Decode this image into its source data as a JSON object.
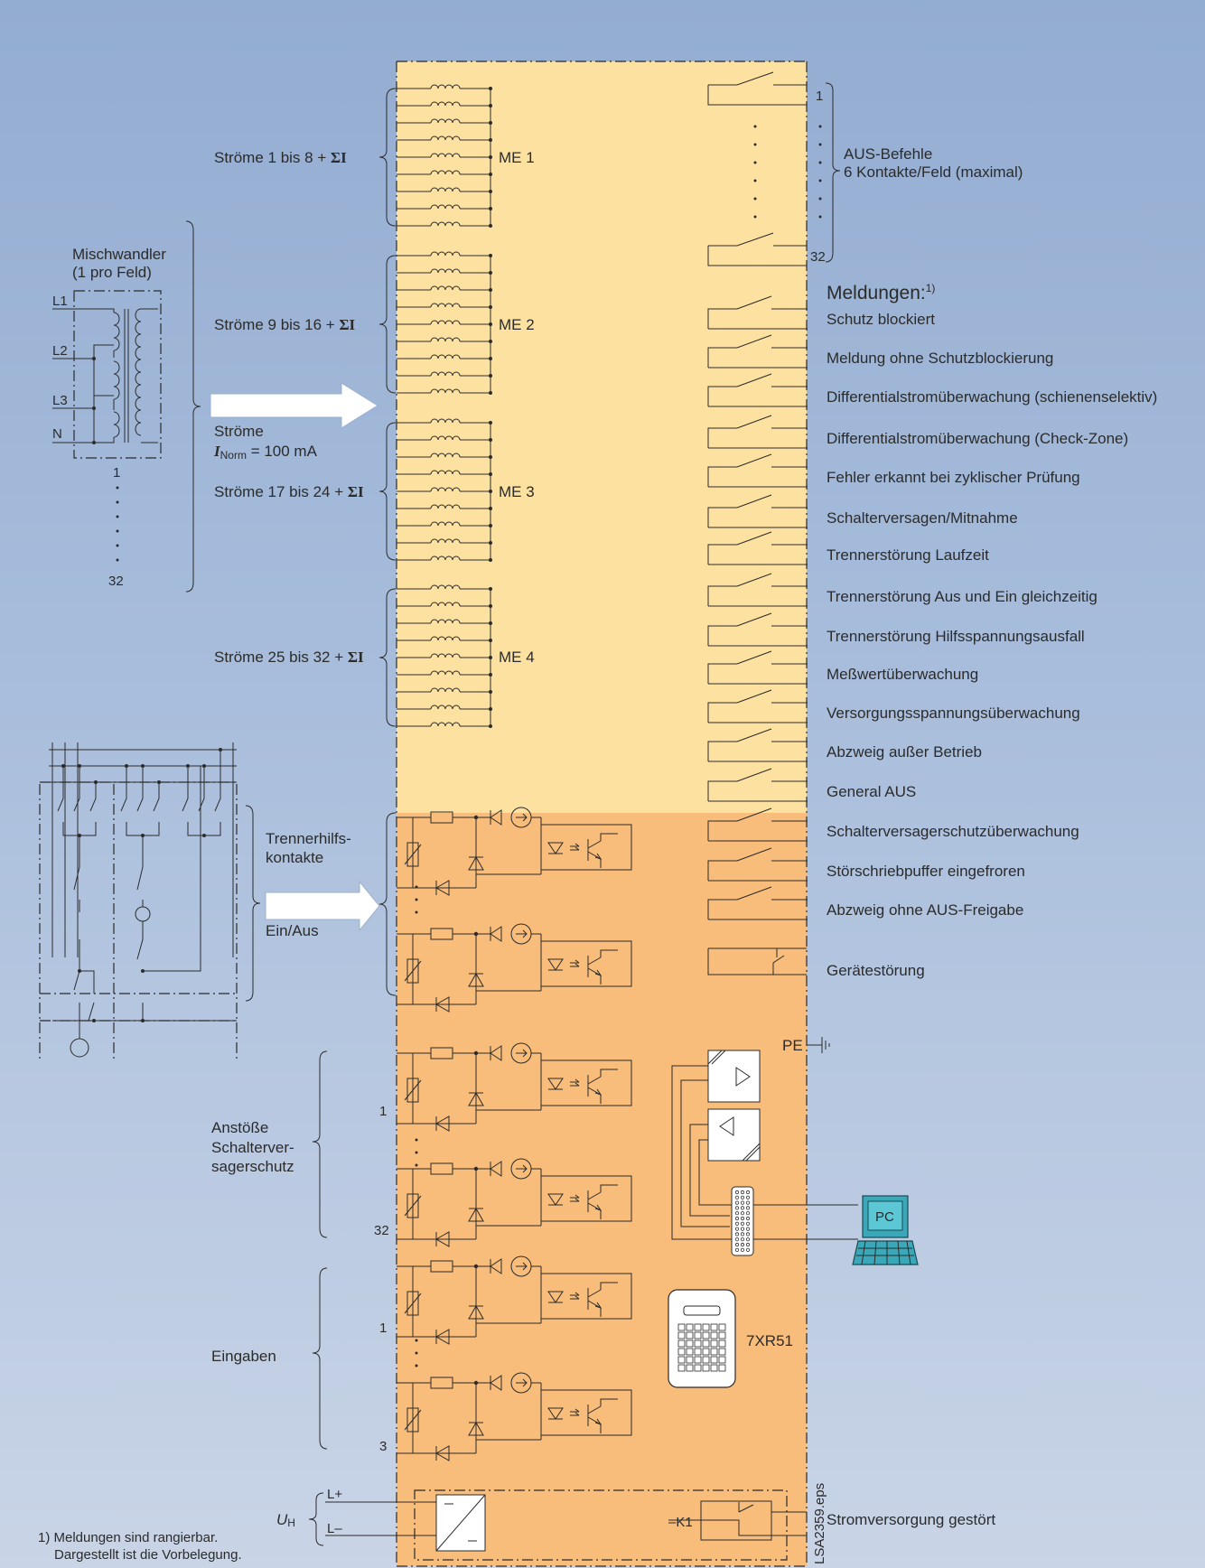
{
  "currents": {
    "groups": [
      {
        "label": "Ströme 1 bis 8 + ",
        "module": "ME 1"
      },
      {
        "label": "Ströme 9 bis 16 + ",
        "module": "ME 2"
      },
      {
        "label": "Ströme 17 bis 24 + ",
        "module": "ME 3"
      },
      {
        "label": "Ströme 25 bis 32 + ",
        "module": "ME 4"
      }
    ],
    "sigma_i": "ΣI",
    "stroeme_label": "Ströme",
    "inorm_symbol": "I",
    "inorm_sub": "Norm",
    "inorm_value": " = 100 mA"
  },
  "mischwandler": {
    "title_line1": "Mischwandler",
    "title_line2": "(1 pro Feld)",
    "phases": [
      "L1",
      "L2",
      "L3",
      "N"
    ],
    "first": "1",
    "last": "32"
  },
  "trip": {
    "line1": "AUS-Befehle",
    "line2": "6 Kontakte/Feld (maximal)",
    "first": "1",
    "last": "32"
  },
  "meldungen": {
    "title": "Meldungen:",
    "footnote_mark": "1)",
    "items": [
      "Schutz blockiert",
      "Meldung ohne Schutzblockierung",
      "Differentialstromüberwachung (schienenselektiv)",
      "Differentialstromüberwachung (Check-Zone)",
      "Fehler erkannt bei zyklischer Prüfung",
      "Schalterversagen/Mitnahme",
      "Trennerstörung Laufzeit",
      "Trennerstörung Aus und Ein gleichzeitig",
      "Trennerstörung Hilfsspannungsausfall",
      "Meßwertüberwachung",
      "Versorgungsspannungsüberwachung",
      "Abzweig außer Betrieb",
      "General AUS",
      "Schalterversagerschutzüberwachung",
      "Störschriebpuffer eingefroren",
      "Abzweig ohne AUS-Freigabe",
      "Gerätestörung"
    ]
  },
  "binary_inputs": {
    "trenner_line1": "Trennerhilfs-",
    "trenner_line2": "kontakte",
    "ein_aus": "Ein/Aus",
    "anstosse_line1": "Anstöße",
    "anstosse_line2": "Schalterver-",
    "anstosse_line3": "sagerschutz",
    "anstosse_first": "1",
    "anstosse_last": "32",
    "eingaben": "Eingaben",
    "eingaben_first": "1",
    "eingaben_last": "3"
  },
  "interface": {
    "pe": "PE",
    "pc": "PC",
    "device": "7XR51"
  },
  "power_supply": {
    "uh_symbol": "U",
    "uh_sub": "H",
    "lplus": "L+",
    "lminus": "L–",
    "relay": "–K1",
    "status": "Stromversorgung gestört"
  },
  "footnote": {
    "line1": "1) Meldungen sind rangierbar.",
    "line2": "Dargestellt ist die Vorbelegung."
  },
  "file_id": "LSA2359.eps",
  "colors": {
    "background_top": "#93acd1",
    "background_bottom": "#c9d4e6",
    "panel_upper": "#fce1a0",
    "panel_lower": "#f8bd7a",
    "line": "#2b2b2b"
  }
}
